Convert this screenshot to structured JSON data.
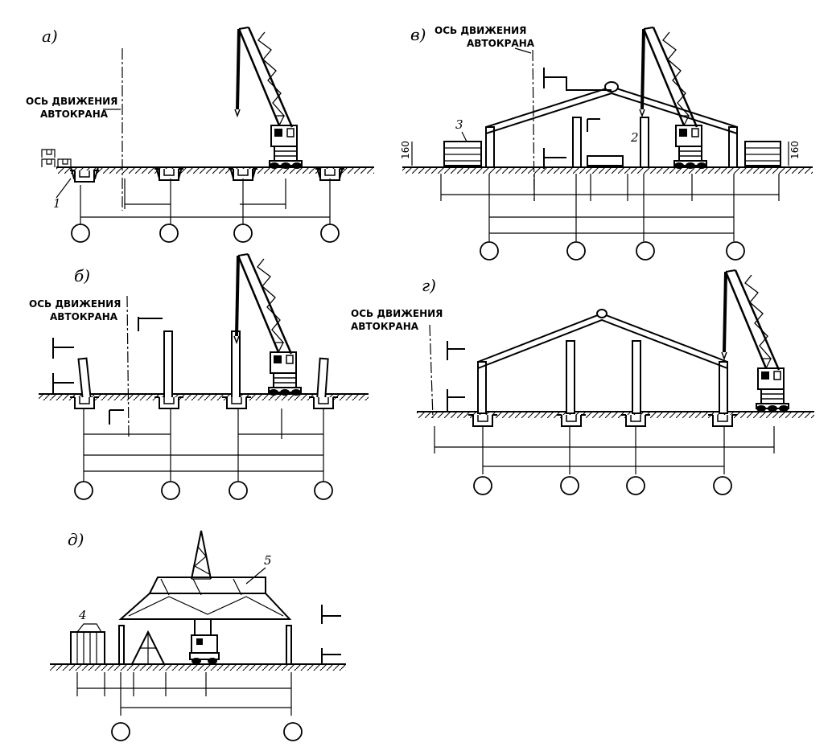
{
  "panels": {
    "a": {
      "label": "а)",
      "axis_line1": "ОСЬ ДВИЖЕНИЯ",
      "axis_line2": "АВТОКРАНА",
      "callout_1": "1"
    },
    "v": {
      "label": "в)",
      "axis_line1": "ОСЬ ДВИЖЕНИЯ",
      "axis_line2": "АВТОКРАНА",
      "callout_2": "2",
      "callout_3": "3",
      "dim_left": "160",
      "dim_right": "160"
    },
    "b": {
      "label": "б)",
      "axis_line1": "ОСЬ ДВИЖЕНИЯ",
      "axis_line2": "АВТОКРАНА"
    },
    "g": {
      "label": "г)",
      "axis_line1": "ОСЬ ДВИЖЕНИЯ",
      "axis_line2": "АВТОКРАНА"
    },
    "d": {
      "label": "д)",
      "callout_4": "4",
      "callout_5": "5"
    }
  }
}
